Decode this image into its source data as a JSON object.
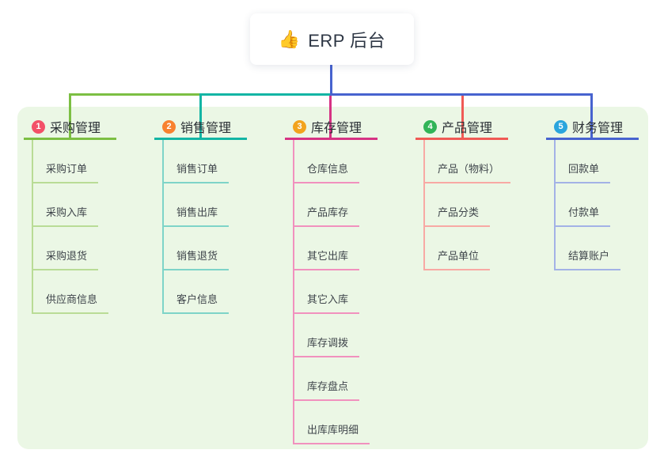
{
  "root": {
    "icon": "👍",
    "title": "ERP 后台"
  },
  "colors": {
    "panel_bg": "#ebf7e5",
    "root_connector": "#4763cf",
    "branch_lines": [
      "#7cbf43",
      "#13b5a4",
      "#d63384",
      "#f05a55",
      "#4763cf"
    ],
    "child_lines": [
      "#b9dc96",
      "#7ed4c8",
      "#f191be",
      "#f8a9a4",
      "#a3b2e6"
    ],
    "badges": [
      "#f35168",
      "#f8812f",
      "#f2a31d",
      "#31b457",
      "#2aa5dd"
    ]
  },
  "branches": [
    {
      "index": "1",
      "title": "采购管理",
      "children": [
        "采购订单",
        "采购入库",
        "采购退货",
        "供应商信息"
      ]
    },
    {
      "index": "2",
      "title": "销售管理",
      "children": [
        "销售订单",
        "销售出库",
        "销售退货",
        "客户信息"
      ]
    },
    {
      "index": "3",
      "title": "库存管理",
      "children": [
        "仓库信息",
        "产品库存",
        "其它出库",
        "其它入库",
        "库存调拨",
        "库存盘点",
        "出库库明细"
      ]
    },
    {
      "index": "4",
      "title": "产品管理",
      "children": [
        "产品（物料）",
        "产品分类",
        "产品单位"
      ]
    },
    {
      "index": "5",
      "title": "财务管理",
      "children": [
        "回款单",
        "付款单",
        "结算账户"
      ]
    }
  ]
}
